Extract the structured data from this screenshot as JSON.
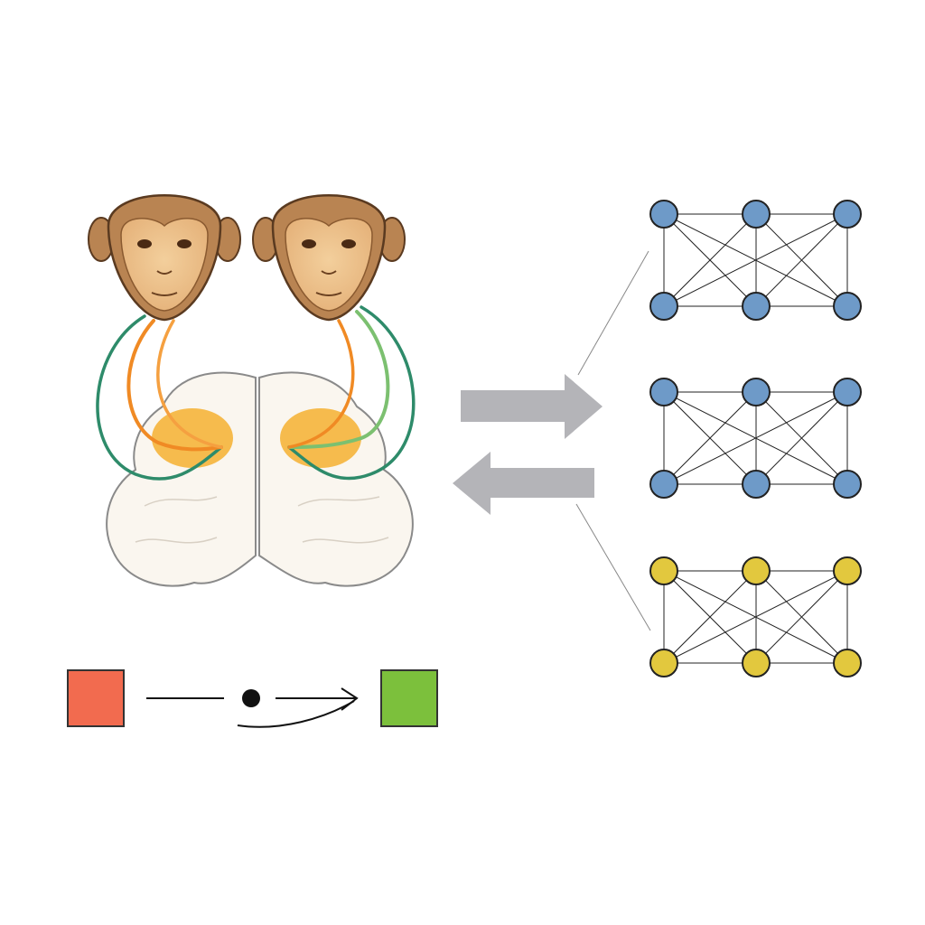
{
  "figure": {
    "subjects": [
      {
        "icon": "monkey-face-icon",
        "side": "left"
      },
      {
        "icon": "monkey-face-icon",
        "side": "right"
      }
    ],
    "brain": {
      "icon": "brain-icon",
      "highlight_color": "#f5b030"
    },
    "pathways": {
      "orange": "#f08a24",
      "green": "#2e8b6a",
      "light_green": "#7cc070"
    },
    "exchange_arrows": {
      "color": "#b4b4b8",
      "directions": [
        "right",
        "left"
      ]
    },
    "networks": [
      {
        "node_color": "#6e9ac8",
        "rows": 2,
        "cols": 3,
        "connectivity": "full"
      },
      {
        "node_color": "#6e9ac8",
        "rows": 2,
        "cols": 3,
        "connectivity": "full"
      },
      {
        "node_color": "#e2c83e",
        "rows": 2,
        "cols": 3,
        "connectivity": "full"
      }
    ],
    "sequence": {
      "start_color": "#f26b4f",
      "end_color": "#7cc03c",
      "icons": [
        "red-square-icon",
        "dot-icon",
        "arrow-right-icon",
        "green-square-icon"
      ]
    }
  }
}
